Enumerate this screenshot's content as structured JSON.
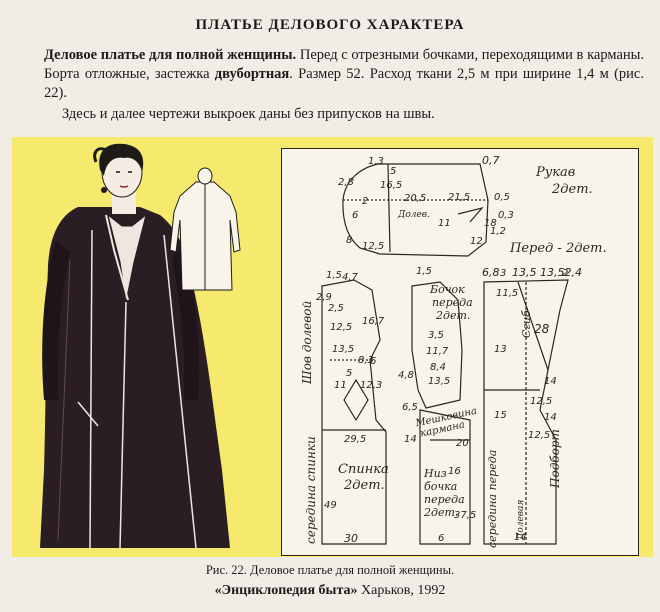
{
  "header": {
    "title": "ПЛАТЬЕ ДЕЛОВОГО ХАРАКТЕРА"
  },
  "description": {
    "lead": "Деловое платье для полной женщины.",
    "text1": " Перед с отрезными бочками, переходящими в карманы. Борта отложные, застежка ",
    "bold2": "двубортная",
    "text2": ". Размер 52. Расход ткани 2,5 м при ширине 1,4 м (рис. 22).",
    "note": "Здесь и далее чертежи выкроек даны без припусков на швы."
  },
  "pattern": {
    "sleeve": {
      "title": "Рукав",
      "count": "2дет.",
      "line_label": "Долев."
    },
    "front": {
      "title": "Перед - 2дет."
    },
    "side_panel": {
      "line1": "Бочок",
      "line2": "переда",
      "line3": "2дет."
    },
    "pocket": {
      "line1": "Мешковина",
      "line2": "кармана"
    },
    "lower_side": {
      "line1": "Низ",
      "line2": "бочка",
      "line3": "переда",
      "line4": "2дет."
    },
    "back": {
      "line1": "Спинка",
      "line2": "2дет."
    },
    "back_seam_label": "Шов долевой",
    "back_center_label": "середина спинки",
    "front_center_label": "середина переда",
    "fold_label": "Сгиб",
    "facing_label": "Подборт",
    "grain_label": "Долевая",
    "numbers": {
      "sleeve": [
        "1,3",
        "2,8",
        "16,5",
        "5",
        "0,7",
        "0,5",
        "20,5",
        "21,5",
        "18",
        "0,3",
        "11",
        "12",
        "8",
        "6",
        "12,5",
        "1,2",
        "2"
      ],
      "back": [
        "1,5",
        "4,7",
        "2,5",
        "2,9",
        "16,7",
        "12,5",
        "13,5",
        "8,3",
        "6",
        "5",
        "11",
        "12,3",
        "29,5",
        "49",
        "30"
      ],
      "side": [
        "1,5",
        "4,8",
        "3,5",
        "11,7",
        "8,4",
        "13,5",
        "6,5",
        "20",
        "16",
        "37,5",
        "14",
        "6"
      ],
      "front": [
        "6,8",
        "3",
        "13,5",
        "13,52,4",
        "11,5",
        "28",
        "13",
        "14",
        "12,5",
        "15",
        "12,5",
        "14",
        "14",
        "2"
      ]
    }
  },
  "caption": "Рис. 22. Деловое платье для полной женщины.",
  "source": {
    "bold": "«Энциклопедия быта»",
    "rest": " Харьков, 1992"
  },
  "colors": {
    "plate": "#f6ea6e",
    "sheet": "#f8f4ea",
    "ink": "#1d1a18",
    "dress": "#2b1d24"
  }
}
